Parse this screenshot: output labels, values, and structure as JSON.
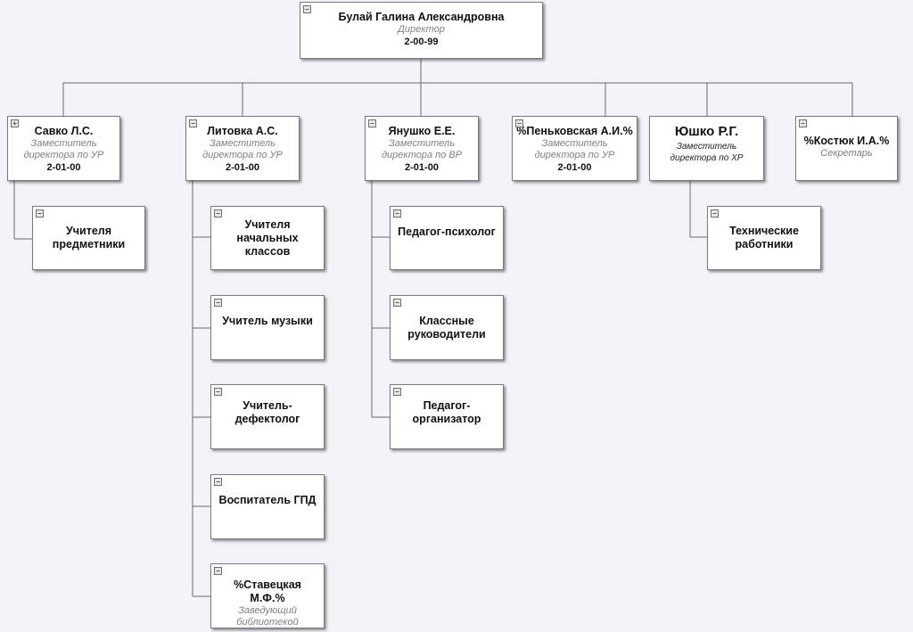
{
  "director": {
    "name": "Булай Галина Александровна",
    "title": "Директор",
    "phone": "2-00-99"
  },
  "deputies": [
    {
      "name": "Савко Л.С.",
      "title": "Заместитель директора по УР",
      "phone": "2-01-00",
      "toggle": "+"
    },
    {
      "name": "Литовка А.С.",
      "title": "Заместитель директора по УР",
      "phone": "2-01-00",
      "toggle": "−"
    },
    {
      "name": "Янушко Е.Е.",
      "title": "Заместитель директора по ВР",
      "phone": "2-01-00",
      "toggle": "−"
    },
    {
      "name": "%Пеньковская А.И.%",
      "title": "Заместитель директора по УР",
      "phone": "2-01-00",
      "toggle": "−"
    },
    {
      "name": "Юшко Р.Г.",
      "title": "Заместитель директора по ХР",
      "phone": "",
      "toggle": ""
    },
    {
      "name": "%Костюк И.А.%",
      "title": "Секретарь",
      "phone": "",
      "toggle": "−"
    }
  ],
  "savko_children": [
    {
      "label": "Учителя предметники"
    }
  ],
  "litovka_children": [
    {
      "label": "Учителя начальных классов"
    },
    {
      "label": "Учитель музыки"
    },
    {
      "label": "Учитель-дефектолог"
    },
    {
      "label": "Воспитатель ГПД"
    },
    {
      "label": "%Ставецкая М.Ф.%",
      "title": "Заведующий библиотекой"
    }
  ],
  "yanushko_children": [
    {
      "label": "Педагог-психолог"
    },
    {
      "label": "Классные руководители"
    },
    {
      "label": "Педагог-организатор"
    }
  ],
  "yushko_children": [
    {
      "label": "Технические работники"
    }
  ],
  "colors": {
    "background": "#f3f4f9",
    "line": "#6a6a6a",
    "box_border": "#7b7b7b",
    "subtitle": "#7f7f7f"
  }
}
